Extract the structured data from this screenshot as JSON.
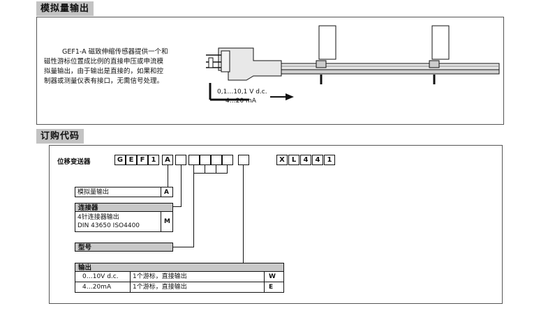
{
  "section1": {
    "heading": "模拟量输出",
    "description": [
      "GEF1-A 磁致伸缩传感器提供一个和",
      "磁性游标位置成比例的直接申压或申流模",
      "拟量输出，由于输出是直接的，如果和控",
      "制器或测量仪表有接口，无需信号处理。"
    ],
    "output_label_1": "0,1…10,1 V d.c.",
    "output_label_2": "4…20 mA"
  },
  "section2": {
    "heading": "订购代码",
    "row_label": "位移变送器",
    "code_boxes": [
      "G",
      "E",
      "F",
      "1",
      "A"
    ],
    "suffix_boxes": [
      "X",
      "L",
      "4",
      "4",
      "1"
    ],
    "option_a": {
      "label": "模拟量输出",
      "code": "A"
    },
    "connector": {
      "header": "连接器",
      "line1": "4针连接器输出",
      "line2": "DIN 43650 ISO4400",
      "code": "M"
    },
    "model": {
      "header": "型号"
    },
    "output_table": {
      "header": "输出",
      "rows": [
        {
          "range": "0…10V d.c.",
          "desc": "1个游标，直接输出",
          "code": "W"
        },
        {
          "range": "4…20mA",
          "desc": "1个游标，直接输出",
          "code": "E"
        }
      ]
    }
  }
}
